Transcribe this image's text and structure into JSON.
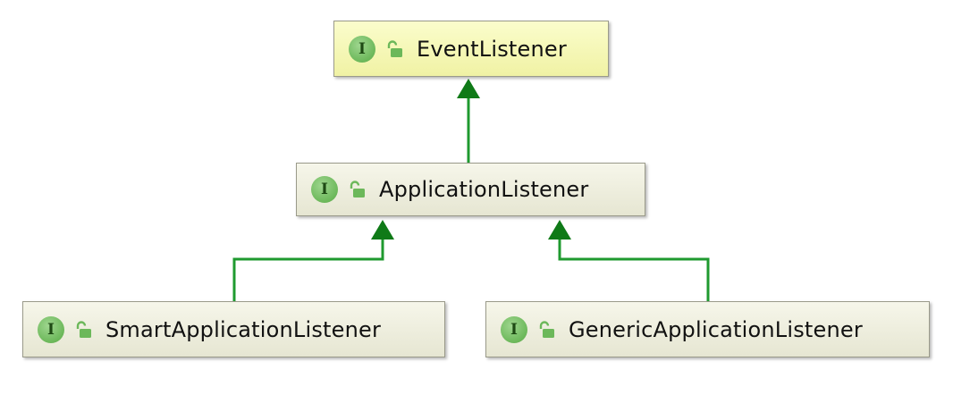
{
  "diagram": {
    "colors": {
      "edge": "#1f9a2f",
      "arrowhead": "#0f7a17",
      "selected_fill": "#f4f6b0",
      "node_fill": "#ecebd8",
      "badge": "#7cc36a"
    },
    "nodes": [
      {
        "id": "event_listener",
        "kind": "interface",
        "badge": "I",
        "icon": "unlocked-padlock-icon",
        "label": "EventListener",
        "selected": true
      },
      {
        "id": "application_listener",
        "kind": "interface",
        "badge": "I",
        "icon": "unlocked-padlock-icon",
        "label": "ApplicationListener",
        "selected": false
      },
      {
        "id": "smart_application_listener",
        "kind": "interface",
        "badge": "I",
        "icon": "unlocked-padlock-icon",
        "label": "SmartApplicationListener",
        "selected": false
      },
      {
        "id": "generic_application_listener",
        "kind": "interface",
        "badge": "I",
        "icon": "unlocked-padlock-icon",
        "label": "GenericApplicationListener",
        "selected": false
      }
    ],
    "edges": [
      {
        "from": "application_listener",
        "to": "event_listener",
        "type": "extends"
      },
      {
        "from": "smart_application_listener",
        "to": "application_listener",
        "type": "extends"
      },
      {
        "from": "generic_application_listener",
        "to": "application_listener",
        "type": "extends"
      }
    ]
  }
}
